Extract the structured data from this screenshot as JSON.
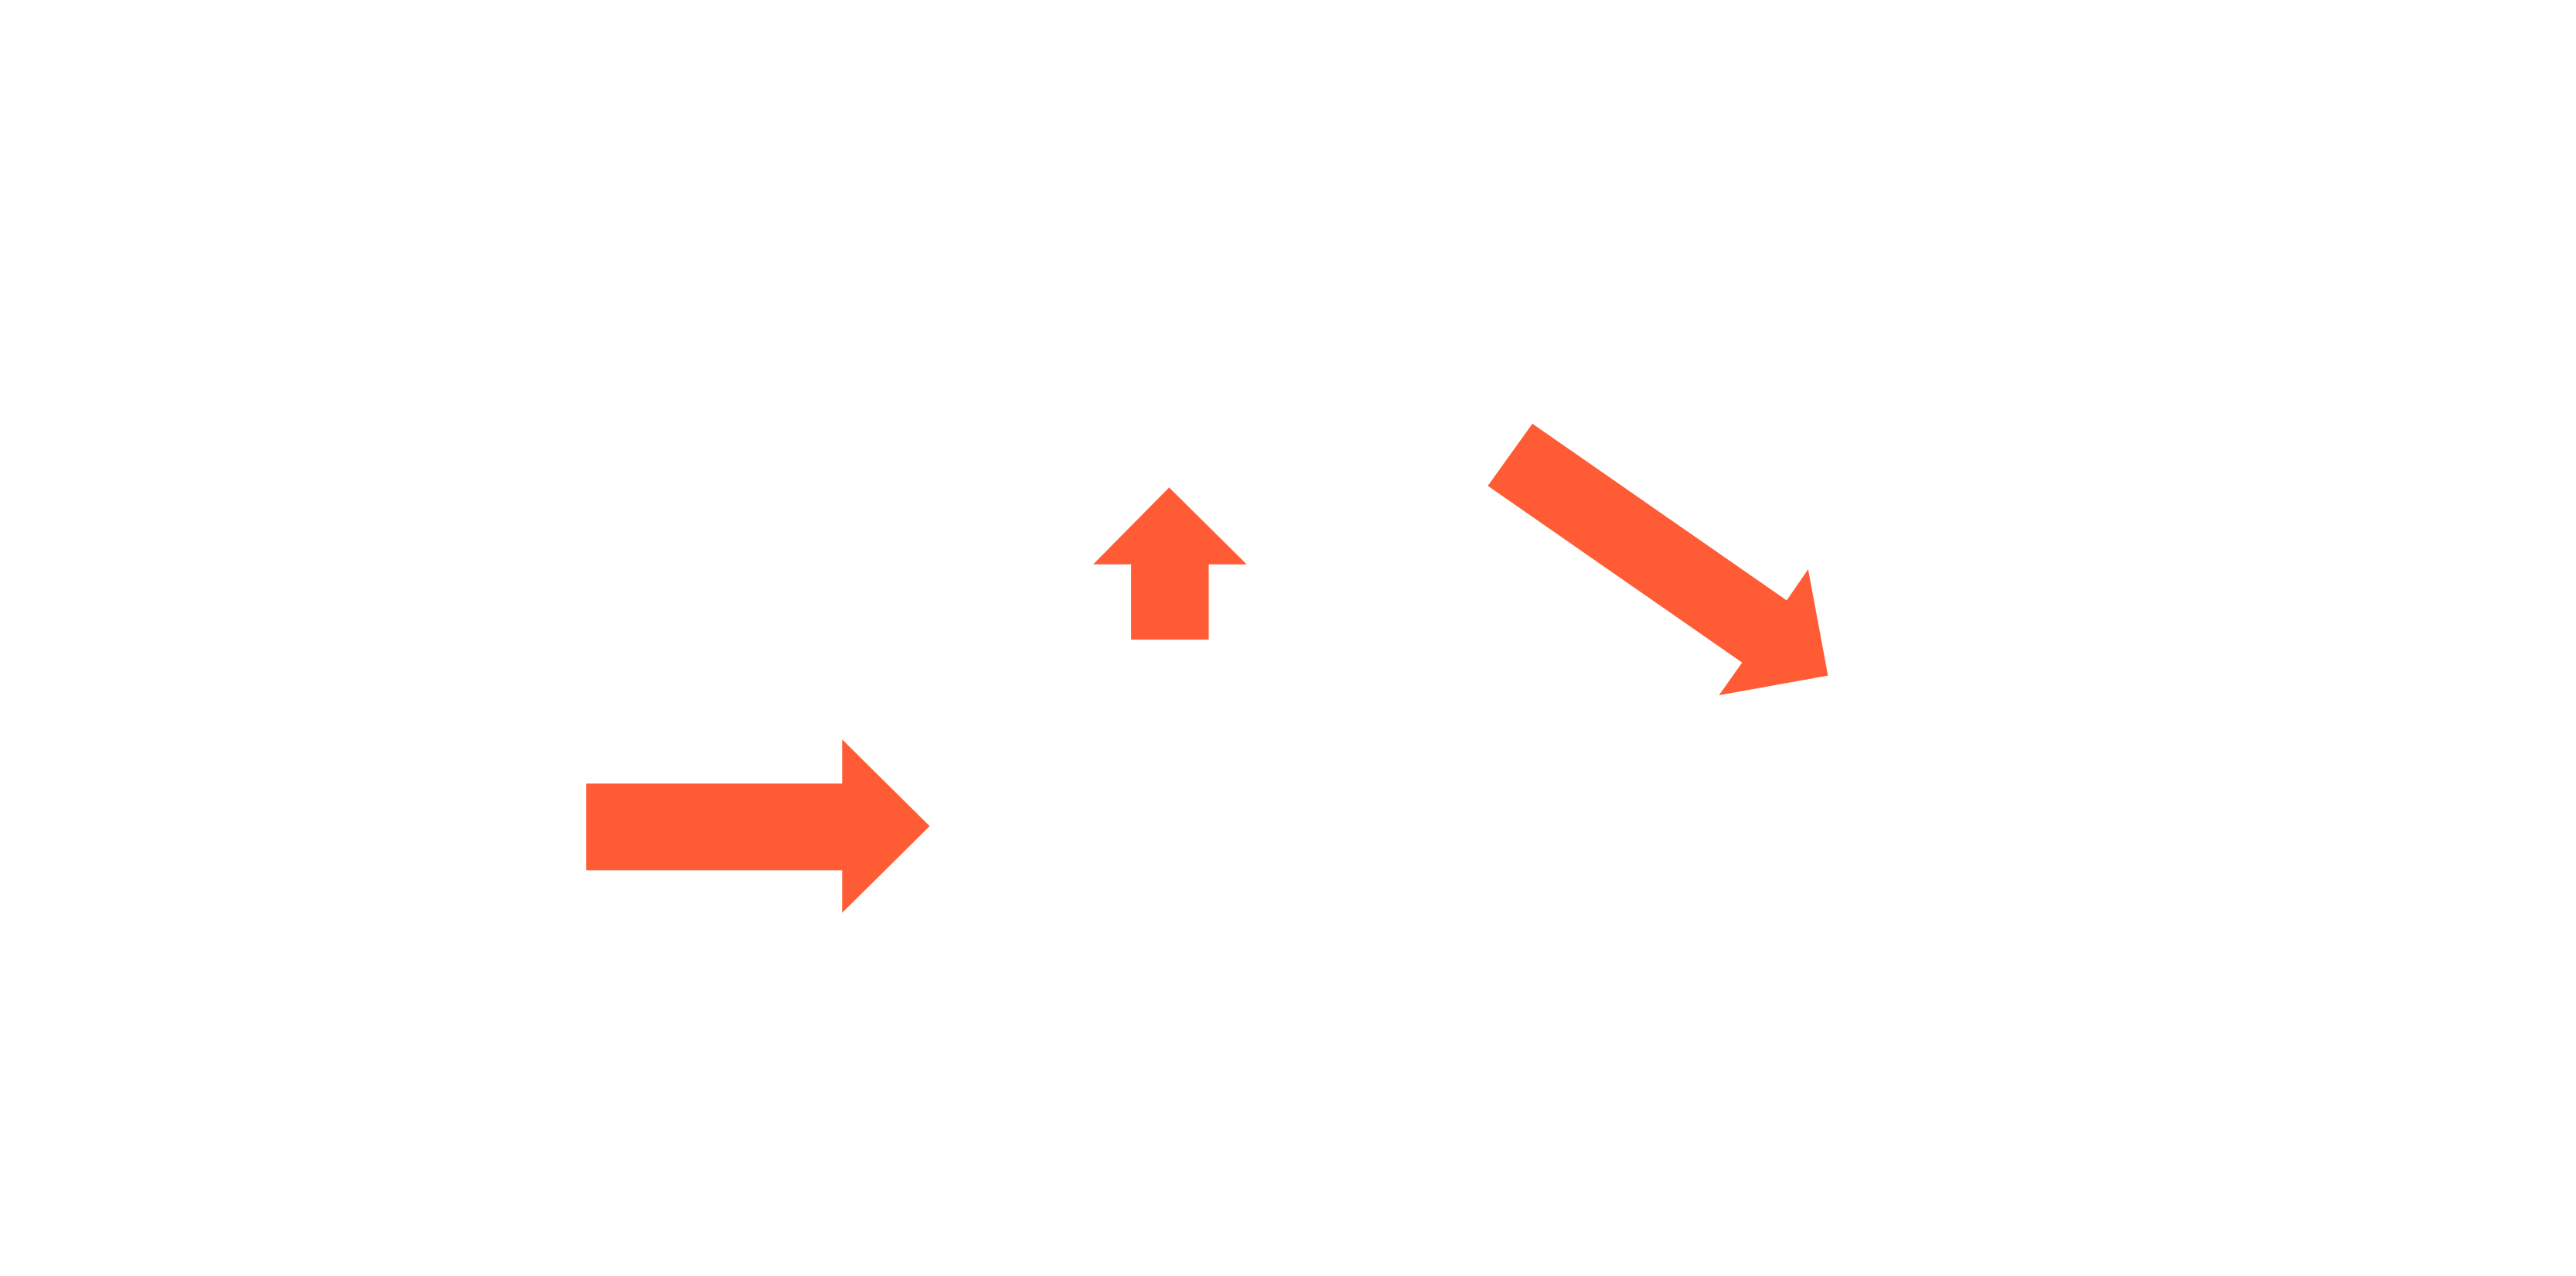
{
  "background_color": "#ffffff",
  "arrow_color": "#ff5c35",
  "arrows": [
    {
      "id": "right",
      "icon": "arrow-right-icon",
      "direction": "right"
    },
    {
      "id": "up",
      "icon": "arrow-up-icon",
      "direction": "up"
    },
    {
      "id": "down-right",
      "icon": "arrow-down-right-icon",
      "direction": "down-right"
    }
  ]
}
